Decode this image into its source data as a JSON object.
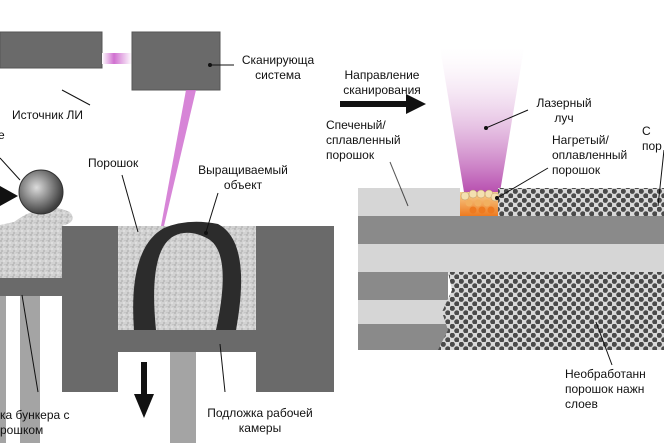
{
  "labels": {
    "laser_source": "Источник ЛИ",
    "scanning_system": "Сканирующа\nсистема",
    "powder": "Порошок",
    "grown_object": "Выращиваемый\nобъект",
    "hopper_substrate": "ка бункера с\nрошком",
    "chamber_substrate": "Подложка рабочей\nкамеры",
    "scan_direction": "Направление\nсканирования",
    "laser_beam": "Лазерный\nлуч",
    "sintered_powder": "Спеченый/\nсплавленный\nпорошок",
    "heated_powder": "Нагретый/\nоплавленный\nпорошок",
    "unprocessed_powder": "Необработанн\nпорошок нажн\nслоев",
    "cut_right_top": "С\nпор",
    "cut_left": "е"
  },
  "colors": {
    "block": "#686868",
    "dark": "#2b2b2b",
    "beam": "#c040c0",
    "powder_bg": "#d4d4d4",
    "melt": "#f0a030"
  }
}
